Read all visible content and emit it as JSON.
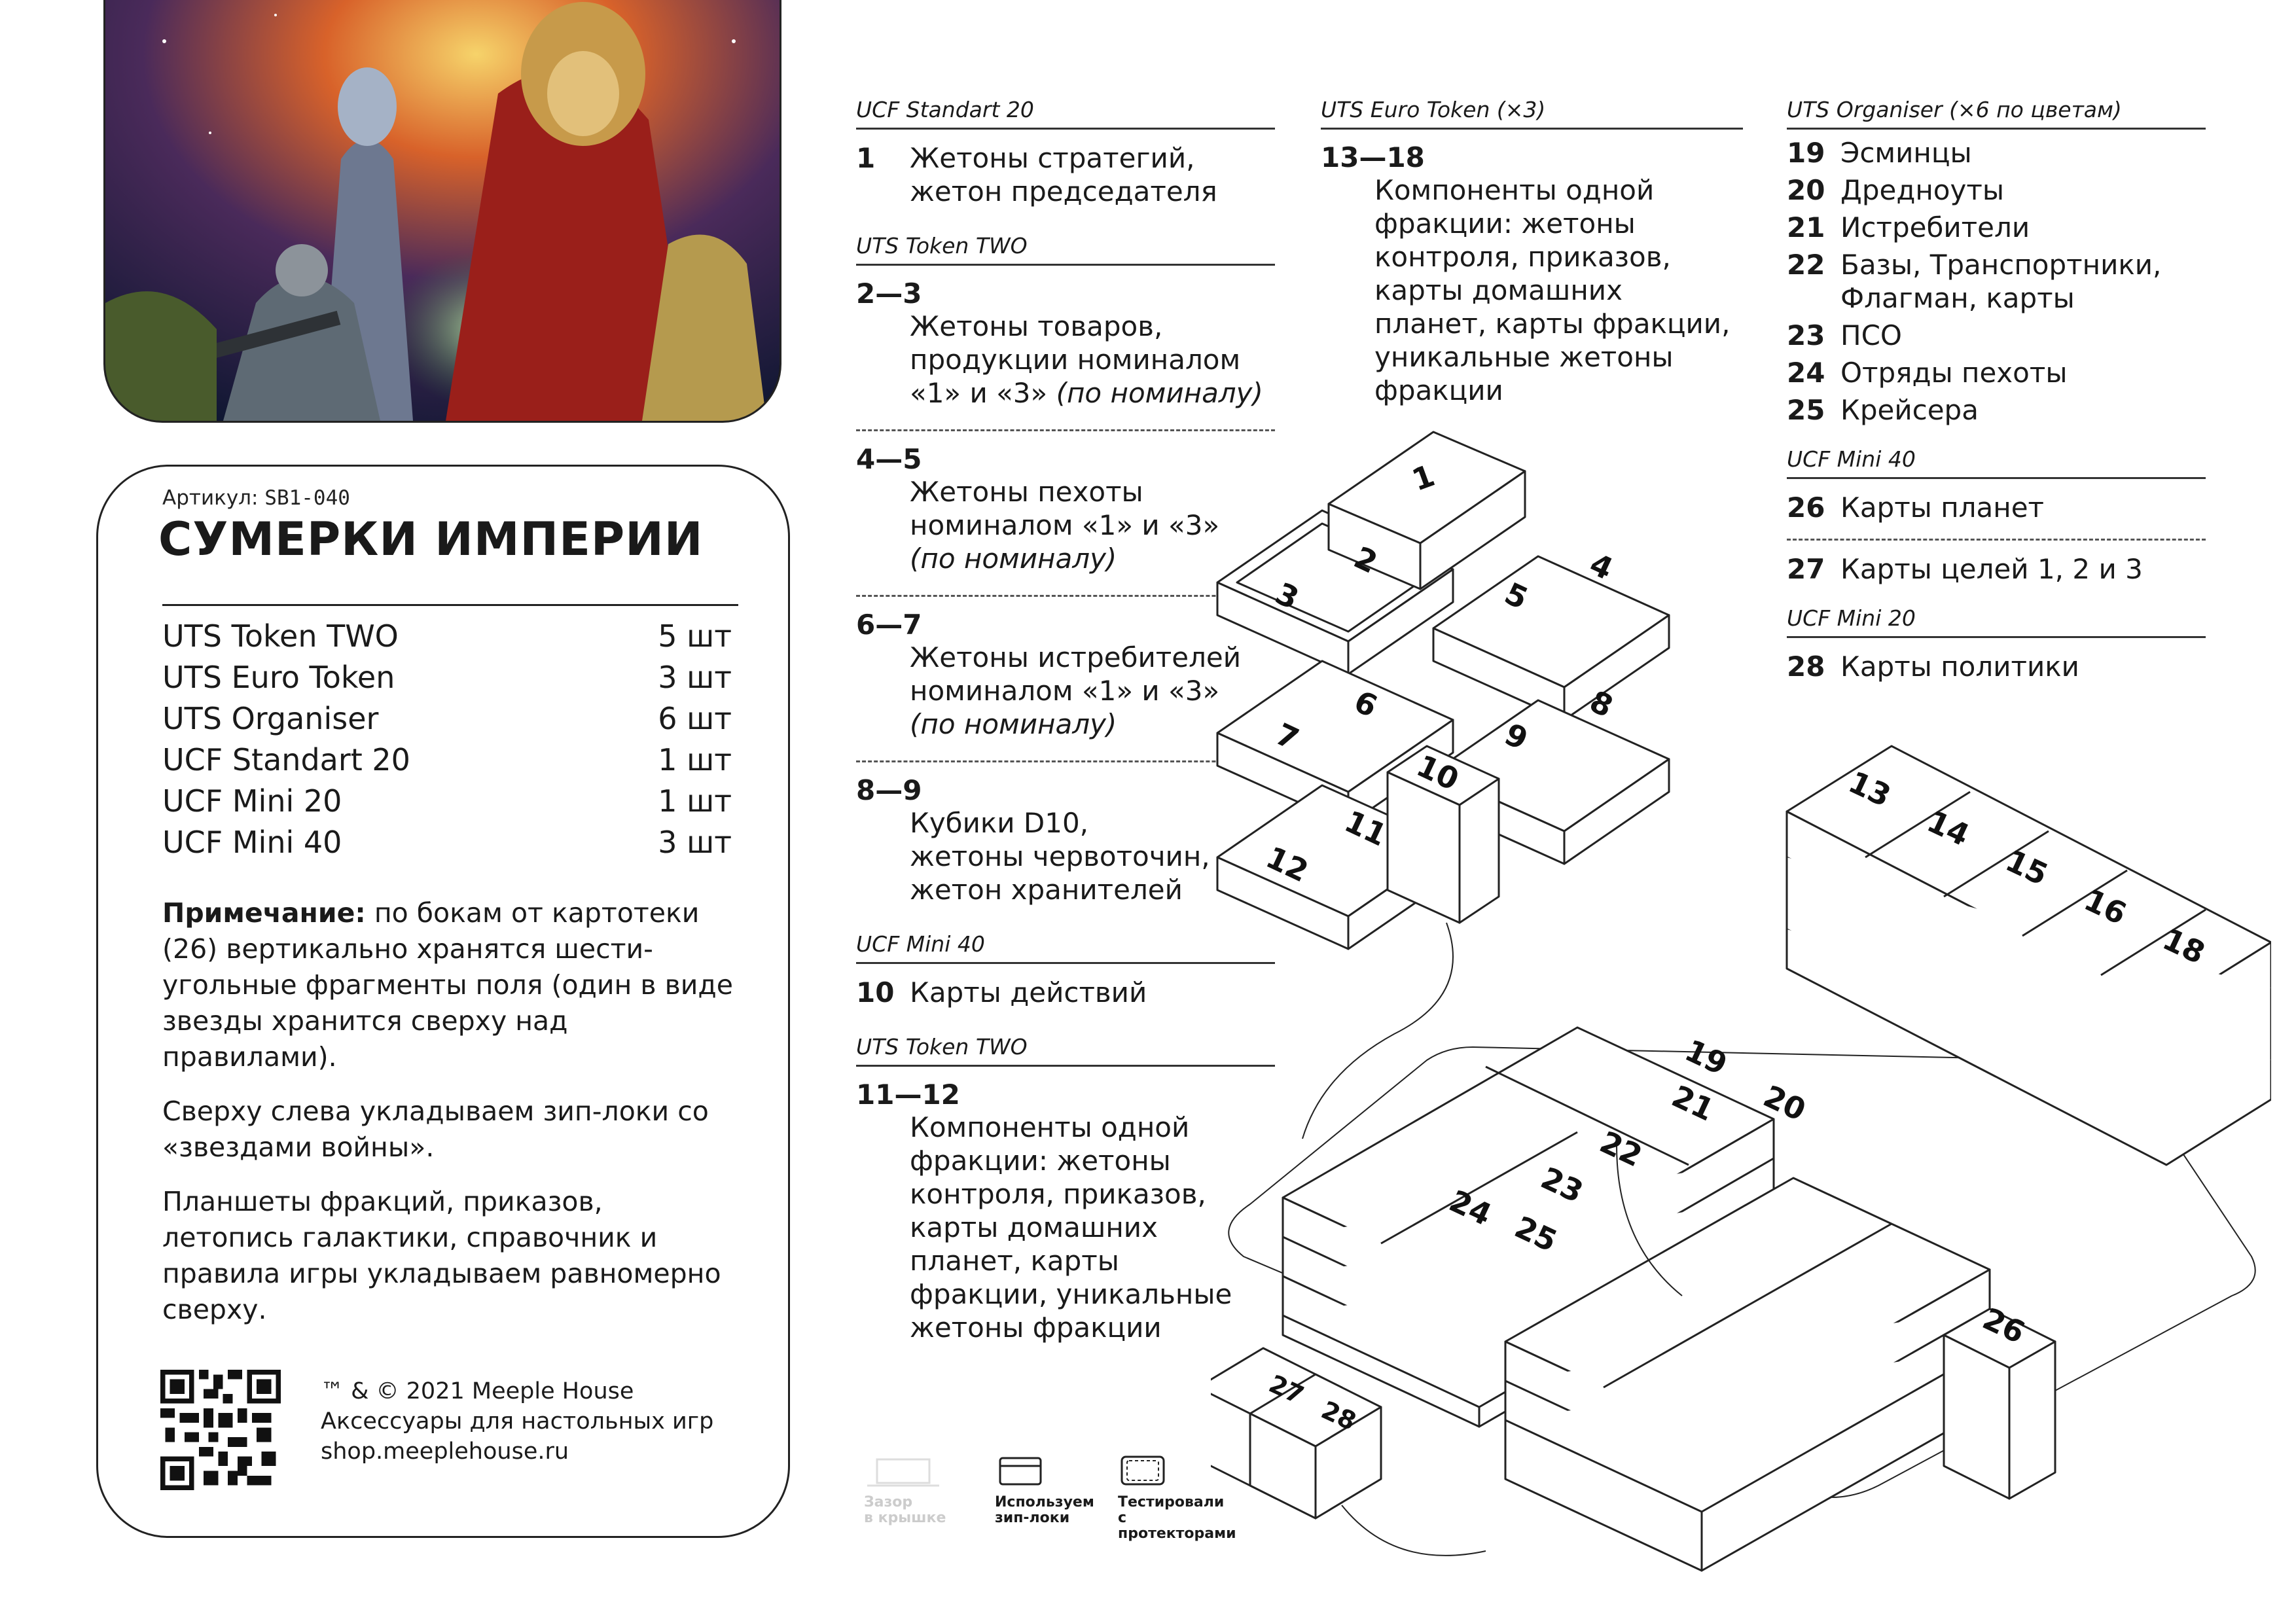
{
  "card": {
    "sku_label": "Артикул:",
    "sku_code": "SB1-040",
    "title": "СУМЕРКИ ИМПЕРИИ",
    "contents": [
      {
        "name": "UTS Token TWO",
        "qty": "5 шт"
      },
      {
        "name": "UTS Euro Token",
        "qty": "3 шт"
      },
      {
        "name": "UTS Organiser",
        "qty": "6 шт"
      },
      {
        "name": "UCF Standart 20",
        "qty": "1 шт"
      },
      {
        "name": "UCF Mini 20",
        "qty": "1 шт"
      },
      {
        "name": "UCF Mini 40",
        "qty": "3 шт"
      }
    ],
    "note_label": "Примечание:",
    "note_text": " по бокам от картотеки (26) вертикально хранятся шести-угольные фрагменты поля (один в виде звезды хранится сверху над правилами).",
    "para2": "Сверху слева укладываем зип-локи со «звездами войны».",
    "para3": "Планшеты фракций, приказов, летопись галактики, справочник и правила игры укладываем равномерно сверху.",
    "copyright": "™ & © 2021 Meeple House",
    "tagline": "Аксессуары для настольных игр",
    "shop": "shop.meeplehouse.ru"
  },
  "col1": {
    "h1": "UCF Standart 20",
    "e1_num": "1",
    "e1_text_a": "Жетоны стратегий,",
    "e1_text_b": "жетон председателя",
    "h2": "UTS Token TWO",
    "e2_num": "2—3",
    "e2_a": "Жетоны товаров,",
    "e2_b": "продукции номиналом",
    "e2_c": "«1» и «3»",
    "e2_c_it": " (по номиналу)",
    "e3_num": "4—5",
    "e3_a": "Жетоны пехоты",
    "e3_b": "номиналом «1» и «3»",
    "e3_c": "(по номиналу)",
    "e4_num": "6—7",
    "e4_a": "Жетоны истребителей",
    "e4_b": "номиналом «1» и «3»",
    "e4_c": "(по номиналу)",
    "e5_num": "8—9",
    "e5_a": "Кубики D10,",
    "e5_b": "жетоны червоточин,",
    "e5_c": "жетон хранителей",
    "h3": "UCF Mini 40",
    "e6_num": "10",
    "e6_text": "Карты действий",
    "h4": "UTS Token TWO",
    "e7_num": "11—12",
    "e7_lines": [
      "Компоненты одной",
      "фракции: жетоны",
      "контроля, приказов,",
      "карты домашних",
      "планет, карты",
      "фракции, уникальные",
      "жетоны фракции"
    ]
  },
  "col2": {
    "h1": "UTS Euro Token (×3)",
    "e1_num": "13—18",
    "e1_lines": [
      "Компоненты одной",
      "фракции: жетоны",
      "контроля, приказов,",
      "карты домашних",
      "планет, карты фракции,",
      "уникальные жетоны",
      "фракции"
    ]
  },
  "col3": {
    "h1": "UTS Organiser (×6 по цветам)",
    "items": [
      {
        "num": "19",
        "text": "Эсминцы"
      },
      {
        "num": "20",
        "text": "Дредноуты"
      },
      {
        "num": "21",
        "text": "Истребители"
      },
      {
        "num": "22",
        "text": "Базы, Транспортники,"
      },
      {
        "num": "",
        "text": "Флагман, карты"
      },
      {
        "num": "23",
        "text": "ПСО"
      },
      {
        "num": "24",
        "text": "Отряды пехоты"
      },
      {
        "num": "25",
        "text": "Крейсера"
      }
    ],
    "h2": "UCF Mini 40",
    "e26_num": "26",
    "e26_text": "Карты планет",
    "e27_num": "27",
    "e27_text": "Карты целей 1, 2 и 3",
    "h3": "UCF Mini 20",
    "e28_num": "28",
    "e28_text": "Карты политики"
  },
  "icons": {
    "lbl1a": "Зазор",
    "lbl1b": "в крышке",
    "lbl2a": "Используем",
    "lbl2b": "зип-локи",
    "lbl3a": "Тестировали",
    "lbl3b": "с протекторами"
  },
  "diagram_labels": [
    "1",
    "2",
    "3",
    "4",
    "5",
    "6",
    "7",
    "8",
    "9",
    "10",
    "11",
    "12",
    "13",
    "14",
    "15",
    "16",
    "18",
    "19",
    "20",
    "21",
    "22",
    "23",
    "24",
    "25",
    "26",
    "27",
    "28"
  ]
}
